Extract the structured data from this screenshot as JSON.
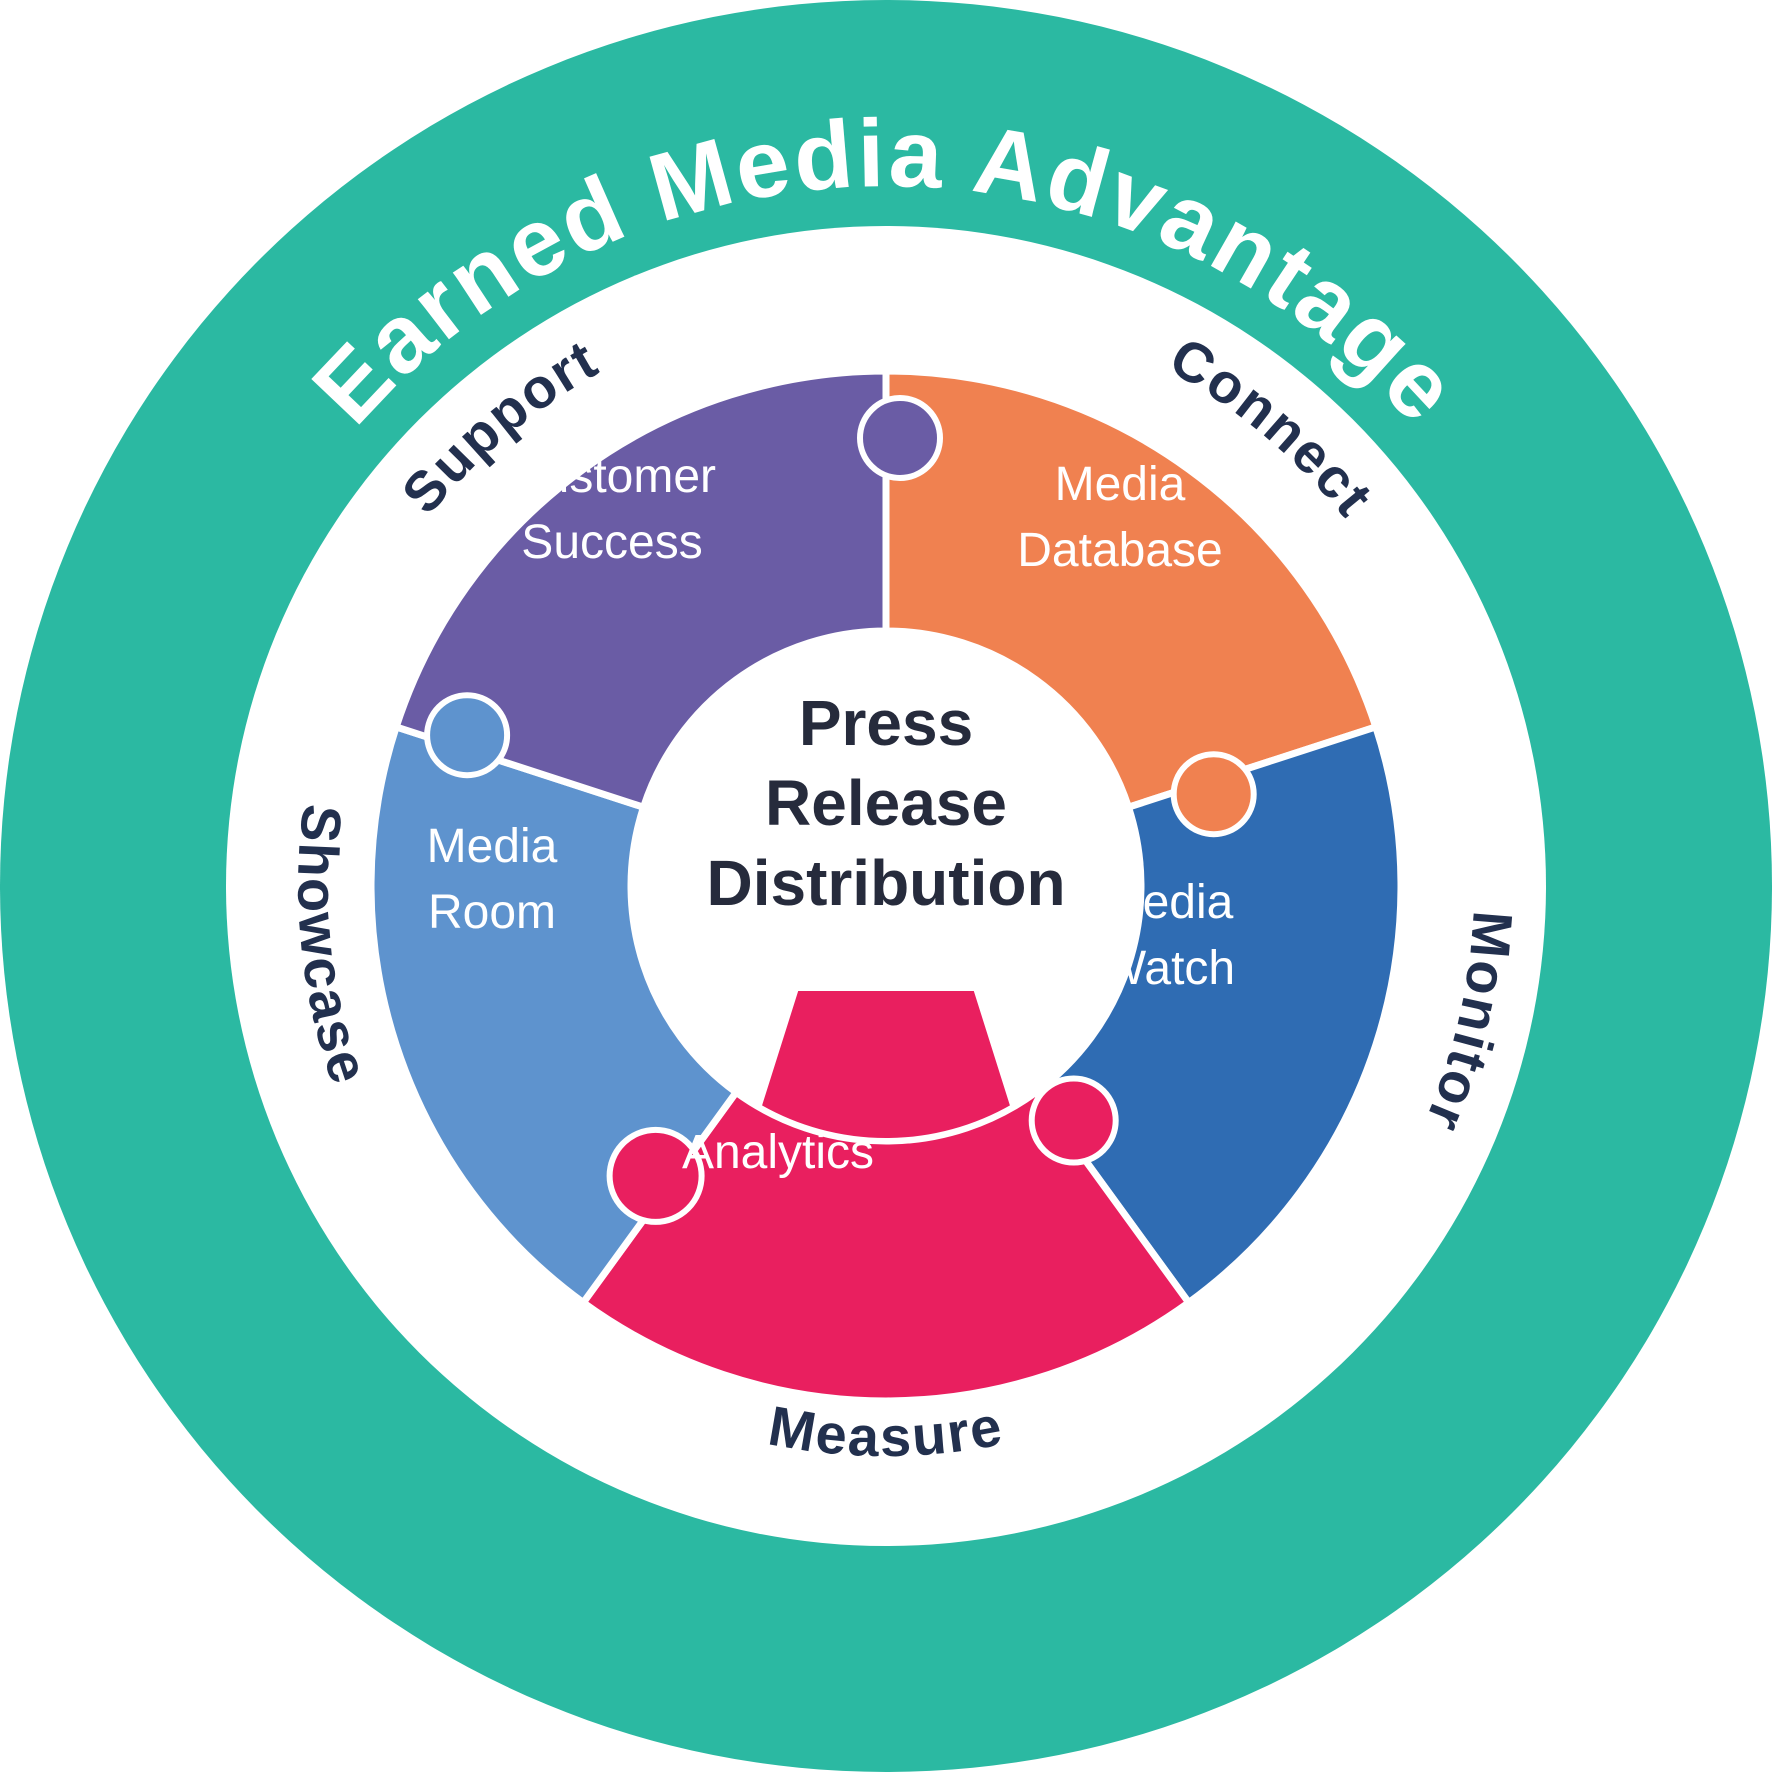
{
  "outer_ring": {
    "label": "Earned Media Advantage",
    "color": "#2BB9A2"
  },
  "ring_labels": {
    "support": "Support",
    "connect": "Connect",
    "monitor": "Monitor",
    "measure": "Measure",
    "showcase": "Showcase"
  },
  "center": {
    "lines": [
      "Press",
      "Release",
      "Distribution"
    ],
    "text_color": "#262B3C"
  },
  "segments": [
    {
      "id": "customer-success",
      "lines": [
        "Customer",
        "Success"
      ],
      "color": "#6A5CA5",
      "ring_label": "Support"
    },
    {
      "id": "media-database",
      "lines": [
        "Media",
        "Database"
      ],
      "color": "#F08150",
      "ring_label": "Connect"
    },
    {
      "id": "media-watch",
      "lines": [
        "Media",
        "Watch"
      ],
      "color": "#2F6CB3",
      "ring_label": "Monitor"
    },
    {
      "id": "analytics",
      "lines": [
        "Analytics"
      ],
      "color": "#E91F5F",
      "ring_label": "Measure"
    },
    {
      "id": "media-room",
      "lines": [
        "Media",
        "Room"
      ],
      "color": "#5E93CE",
      "ring_label": "Showcase"
    }
  ],
  "colors": {
    "teal": "#2BB9A2",
    "navy_label": "#22304E",
    "white": "#FFFFFF"
  }
}
